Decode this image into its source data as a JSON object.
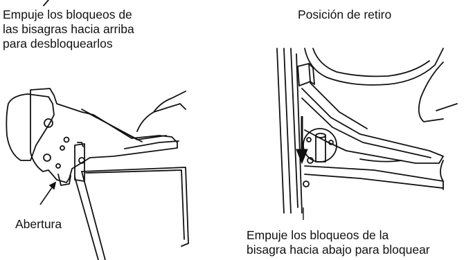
{
  "labels": {
    "unlock": [
      "Empuje los bloqueos de",
      "las bisagras hacia arriba",
      "para desbloquearlos"
    ],
    "removal_position": "Posición de retiro",
    "opening": "Abertura",
    "lock": [
      "Empuje los bloqueos de la",
      "bisagra hacia abajo para bloquear"
    ]
  },
  "colors": {
    "ink": "#111111",
    "background": "#ffffff"
  }
}
